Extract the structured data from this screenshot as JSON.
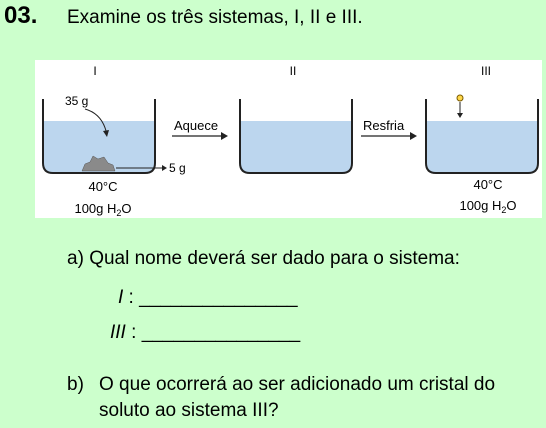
{
  "question": {
    "number": "03.",
    "prompt": "Examine os três sistemas, I, II e III."
  },
  "figure": {
    "system_labels": [
      "I",
      "II",
      "III"
    ],
    "mass_added": "35 g",
    "excess_solid": "5 g",
    "arrow_heat": "Aquece",
    "arrow_cool": "Resfria",
    "temperature": "40°C",
    "solvent_prefix": "100g H",
    "solvent_sub": "2",
    "solvent_suffix": "O",
    "colors": {
      "liquid": "#bcd6ee",
      "vessel": "#222222",
      "solid": "#8a8a8a",
      "background": "#ccffcc"
    }
  },
  "item_a": {
    "letter": "a)",
    "text": "Qual nome deverá ser dado para o sistema:",
    "blank1_label": "I",
    "blank1_sep": " : ",
    "blank1_line": "_______________",
    "blank2_label": "III",
    "blank2_sep": " : ",
    "blank2_line": "_______________"
  },
  "item_b": {
    "letter": "b)",
    "text": "O que ocorrerá ao ser adicionado um cristal do soluto ao sistema III?"
  }
}
